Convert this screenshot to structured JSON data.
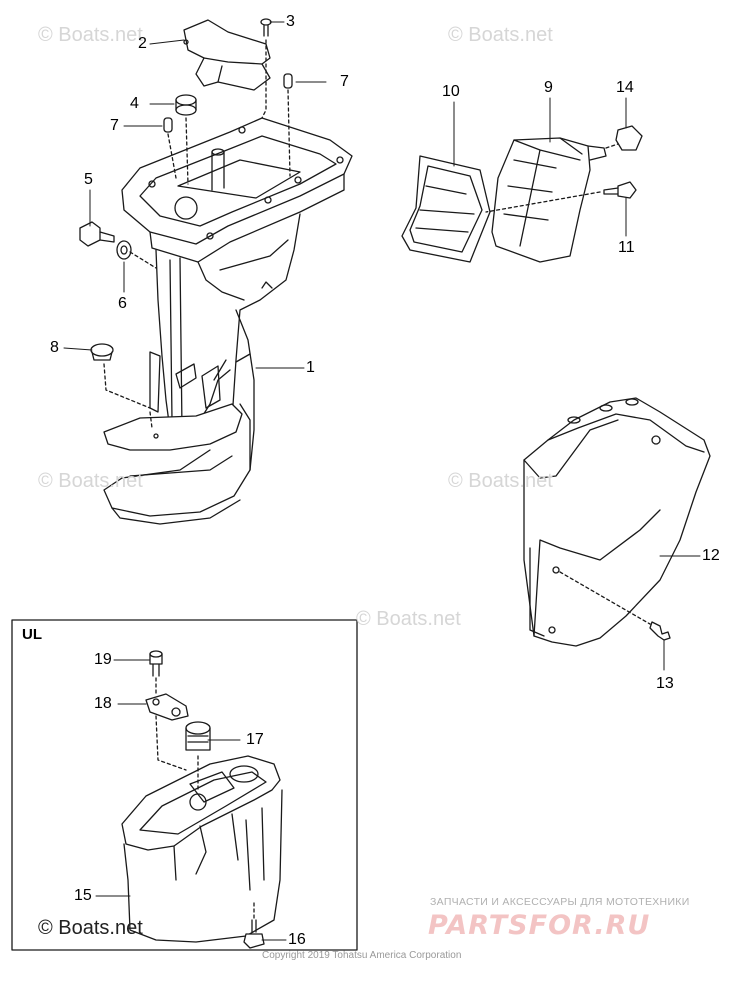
{
  "watermark": "© Boats.net",
  "inset_label": "UL",
  "callouts": [
    "1",
    "2",
    "3",
    "4",
    "5",
    "6",
    "7",
    "7",
    "8",
    "9",
    "10",
    "11",
    "12",
    "13",
    "14",
    "15",
    "16",
    "17",
    "18",
    "19"
  ],
  "copyright": "Copyright 2019 Tohatsu America Corporation",
  "ad": {
    "tagline": "ЗАПЧАСТИ И АКСЕССУАРЫ ДЛЯ МОТОТЕХНИКИ",
    "brand": "PARTSFOR.RU",
    "brand_color": "#e03a3a"
  }
}
